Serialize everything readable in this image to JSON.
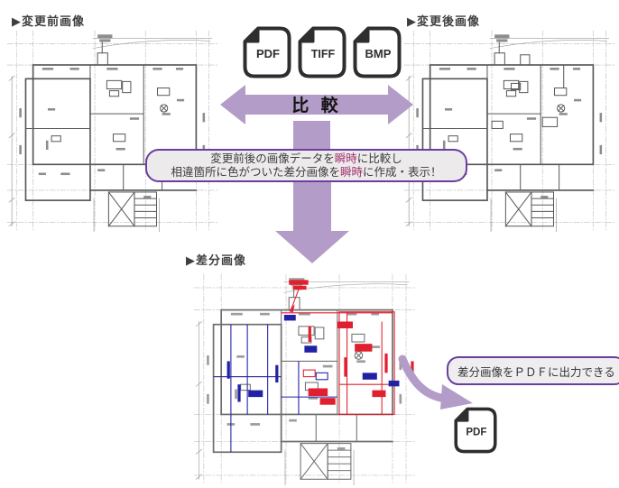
{
  "labels": {
    "before": "▶変更前画像",
    "after": "▶変更後画像",
    "diff": "▶差分画像"
  },
  "file_icons": [
    {
      "label": "PDF"
    },
    {
      "label": "TIFF"
    },
    {
      "label": "BMP"
    }
  ],
  "compare_arrow": {
    "label": "比 較"
  },
  "description_box": {
    "line1_pre": "変更前後の画像データを",
    "line1_accent": "瞬時",
    "line1_post": "に比較し",
    "line2_pre": "相違箇所に色がついた差分画像を",
    "line2_accent": "瞬時",
    "line2_post": "に作成・表示！"
  },
  "callout": {
    "text": "差分画像をＰＤＦに出力できる"
  },
  "output_icon": {
    "label": "PDF"
  },
  "colors": {
    "arrow_purple": "#b49cc9",
    "border_purple": "#6a3e9e",
    "accent_text": "#a0346e",
    "diff_red": "#e0202e",
    "diff_blue": "#2121a5",
    "box_fill": "#edeaec"
  }
}
